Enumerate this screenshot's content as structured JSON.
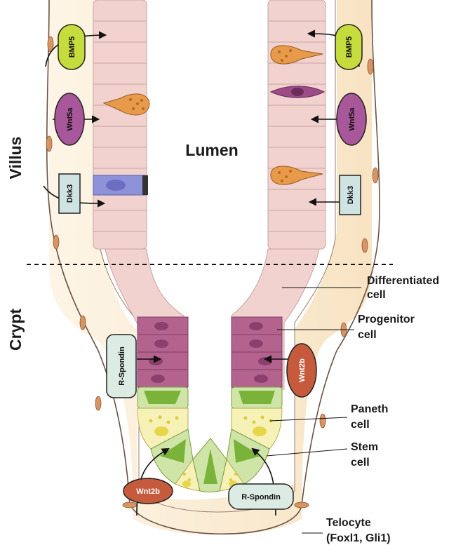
{
  "regions": {
    "villus": "Villus",
    "crypt": "Crypt",
    "lumen": "Lumen"
  },
  "signals": {
    "bmp5_left": "BMP5",
    "bmp5_right": "BMP5",
    "wnt5a_left": "Wnt5a",
    "wnt5a_right": "Wnt5a",
    "dkk3_left": "Dkk3",
    "dkk3_right": "Dkk3",
    "rspondin_left": "R-Spondin",
    "rspondin_bottom": "R-Spondin",
    "wnt2b_right": "Wnt2b",
    "wnt2b_bottom": "Wnt2b"
  },
  "cell_labels": {
    "differentiated_1": "Differentiated",
    "differentiated_2": "cell",
    "progenitor_1": "Progenitor",
    "progenitor_2": "cell",
    "paneth_1": "Paneth",
    "paneth_2": "cell",
    "stem_1": "Stem",
    "stem_2": "cell",
    "telocyte_1": "Telocyte",
    "telocyte_2": "(Foxl1, Gli1)"
  },
  "colors": {
    "bmp5": "#c6dc3c",
    "wnt5a": "#a8579a",
    "dkk3": "#cfe3e3",
    "rspondin": "#dcebe4",
    "wnt2b": "#c65a3c",
    "epithelium": "#f1d2cf",
    "progenitor": "#b4638f",
    "paneth": "#f4efaa",
    "stem": "#79b33a",
    "mesenchyme": "#f8e6c8"
  }
}
